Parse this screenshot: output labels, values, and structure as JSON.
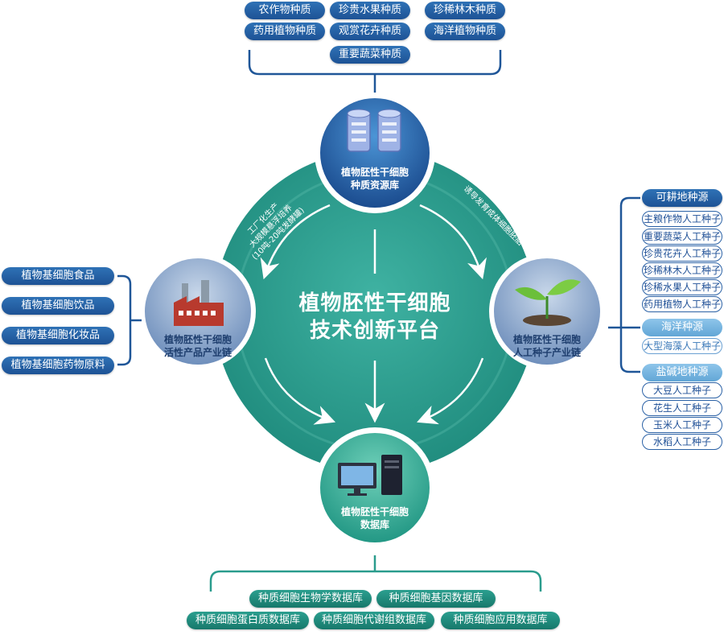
{
  "center": {
    "line1": "植物胚性干细胞",
    "line2": "技术创新平台"
  },
  "nodes": {
    "top": {
      "line1": "植物胚性干细胞",
      "line2": "种质资源库"
    },
    "left": {
      "line1": "植物胚性干细胞",
      "line2": "活性产品产业链"
    },
    "right": {
      "line1": "植物胚性干细胞",
      "line2": "人工种子产业链"
    },
    "bottom": {
      "line1": "植物胚性干细胞",
      "line2": "数据库"
    }
  },
  "arc_labels": {
    "left": {
      "line1": "工厂化生产",
      "line2": "大规模悬浮培养",
      "line3": "(10吨-20吨发酵罐)"
    },
    "right": {
      "line1": "诱导发育成体细胞胚胎"
    }
  },
  "top_list": [
    "农作物种质",
    "珍贵水果种质",
    "珍稀林木种质",
    "药用植物种质",
    "观赏花卉种质",
    "海洋植物种质",
    "重要蔬菜种质"
  ],
  "left_list": [
    "植物基细胞食品",
    "植物基细胞饮品",
    "植物基细胞化妆品",
    "植物基细胞药物原料"
  ],
  "right_groups": [
    {
      "title": "可耕地种源",
      "items": [
        "主粮作物人工种子",
        "重要蔬菜人工种子",
        "珍贵花卉人工种子",
        "珍稀林木人工种子",
        "珍稀水果人工种子",
        "药用植物人工种子"
      ]
    },
    {
      "title": "海洋种源",
      "items": [
        "大型海藻人工种子"
      ]
    },
    {
      "title": "盐碱地种源",
      "items": [
        "大豆人工种子",
        "花生人工种子",
        "玉米人工种子",
        "水稻人工种子"
      ]
    }
  ],
  "bottom_list": [
    "种质细胞生物学数据库",
    "种质细胞基因数据库",
    "种质细胞蛋白质数据库",
    "种质细胞代谢组数据库",
    "种质细胞应用数据库"
  ],
  "colors": {
    "teal": "#2a9c8d",
    "teal_dark": "#17786b",
    "blue": "#1f5698",
    "light_teal": "#5fbfa9"
  },
  "icons": [
    "server-icon",
    "factory-icon",
    "seedling-icon",
    "computer-icon"
  ]
}
